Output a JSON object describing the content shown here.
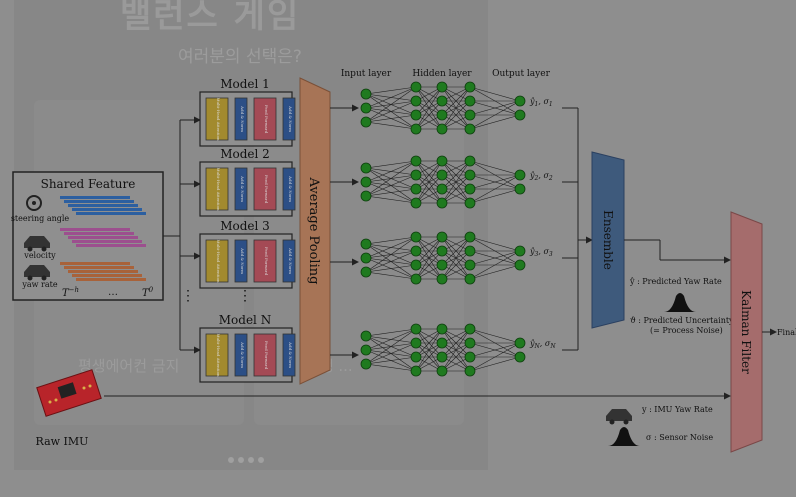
{
  "background": {
    "title": "밸런스 게임",
    "subtitle": "여러분의 선택은?",
    "card_left_label": "평생에어컨 금지",
    "card_right_label": "평생 ..."
  },
  "shared_feature": {
    "title": "Shared Feature",
    "inputs": [
      "steering angle",
      "velocity",
      "yaw rate"
    ],
    "time_start": "T",
    "time_start_sup": "−h",
    "time_end": "T",
    "time_end_sup": "0",
    "ellipsis": "…"
  },
  "models": [
    "Model 1",
    "Model 2",
    "Model 3",
    "Model N"
  ],
  "model_blocks": [
    "Multi-Head Attention",
    "Add & Norm",
    "Feed Forward",
    "Add & Norm"
  ],
  "model_ellipsis": "⋮",
  "average_pooling": "Average Pooling",
  "layers": {
    "input": "Input layer",
    "hidden": "Hidden layer",
    "output": "Output layer"
  },
  "outputs": [
    {
      "y": "ŷ",
      "sub": "1",
      "sigma": "σ",
      "sigma_sub": "1"
    },
    {
      "y": "ŷ",
      "sub": "2",
      "sigma": "σ",
      "sigma_sub": "2"
    },
    {
      "y": "ŷ",
      "sub": "3",
      "sigma": "σ",
      "sigma_sub": "3"
    },
    {
      "y": "ŷ",
      "sub": "N",
      "sigma": "σ",
      "sigma_sub": "N"
    }
  ],
  "ensemble": "Ensemble",
  "ensemble_out": {
    "yhat_line": "ŷ : Predicted Yaw Rate",
    "theta_line1": "ϑ : Predicted Uncertainty",
    "theta_line2": "(= Process Noise)"
  },
  "kalman": "Kalman Filter",
  "final": "Final",
  "imu": {
    "label": "Raw IMU",
    "y_line": "y : IMU Yaw Rate",
    "sigma_line": "σ : Sensor Noise"
  },
  "colors": {
    "orange_panel": "#a77456",
    "ensemble": "#3e5a7c",
    "kalman": "#a56c6c",
    "node": "#1f7a1f",
    "attn": "#a28a2e",
    "norm": "#2c4f86",
    "ffn": "#a44a55"
  }
}
